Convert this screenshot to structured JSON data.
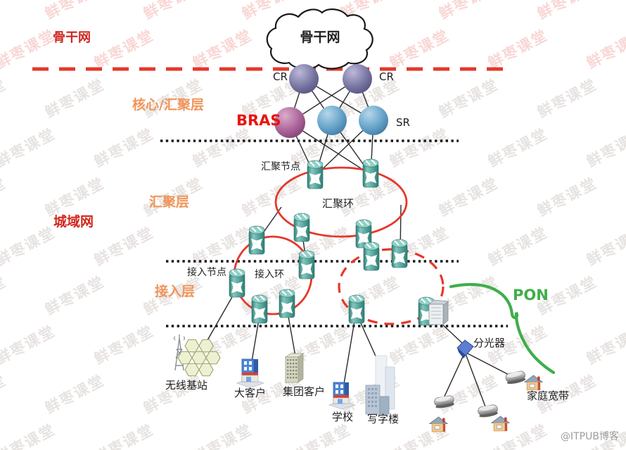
{
  "watermark": {
    "text": "鲜枣课堂",
    "credit": "@ITPUB博客"
  },
  "layer_labels": {
    "backbone": "骨干网",
    "core_agg": "核心/汇聚层",
    "agg": "汇聚层",
    "metro": "城域网",
    "access": "接入层"
  },
  "node_labels": {
    "cloud": "骨干网",
    "cr_left": "CR",
    "cr_right": "CR",
    "bras": "BRAS",
    "sr": "SR",
    "agg_node": "汇聚节点",
    "agg_ring": "汇聚环",
    "access_node": "接入节点",
    "access_ring": "接入环",
    "pon": "PON",
    "splitter": "分光器"
  },
  "endpoint_labels": {
    "wireless_base_station": "无线基站",
    "big_customer": "大客户",
    "group_customer": "集团客户",
    "school": "学校",
    "office_building": "写字楼",
    "home_broadband": "家庭宽带"
  },
  "icons": {
    "cloud": "cloud-icon",
    "core_router": "sphere-node-icon",
    "switch": "router-cylinder-icon",
    "base_station": "antenna-honeycomb-icon",
    "building": "building-icon",
    "olt": "cabinet-icon",
    "splitter": "splitter-diamond-icon",
    "modem": "modem-icon",
    "house": "house-icon",
    "brace": "curly-brace-icon"
  },
  "colors": {
    "ring_red": "#e6372b",
    "red_label": "#d0271d",
    "bras_red": "#e8150d",
    "orange_label": "#f0945a",
    "pon_green": "#3fae49",
    "router_teal": "#58a79e",
    "cr_purple": "#75729f",
    "bras_pink": "#a85f96",
    "sr_blue": "#609fc6",
    "line_black": "#2a2a2a",
    "credit_gray": "#9c9c9c"
  }
}
